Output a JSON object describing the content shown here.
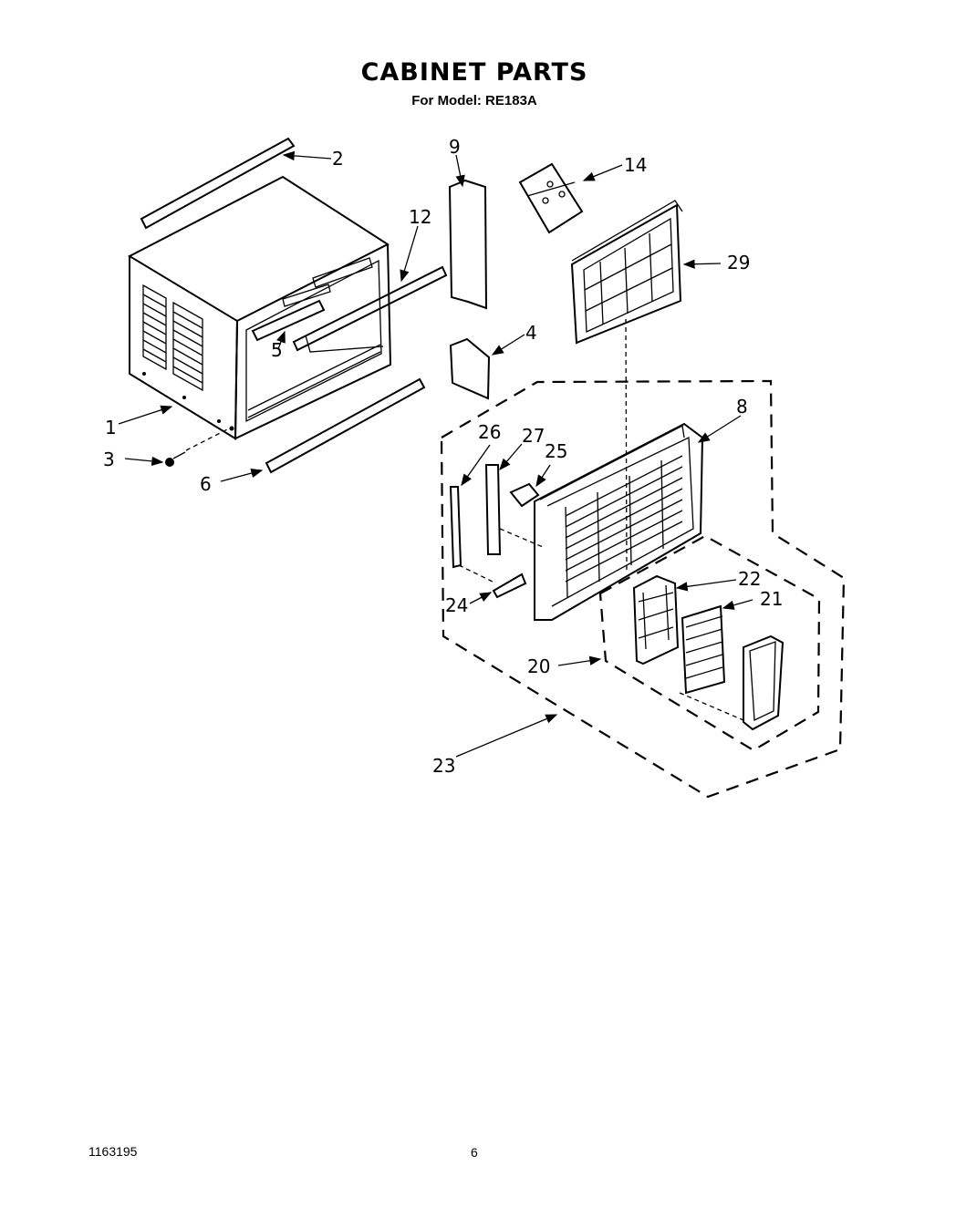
{
  "header": {
    "title": "CABINET PARTS",
    "subtitle": "For Model: RE183A"
  },
  "callouts": [
    "1",
    "2",
    "3",
    "4",
    "5",
    "6",
    "8",
    "9",
    "12",
    "14",
    "20",
    "21",
    "22",
    "23",
    "24",
    "25",
    "26",
    "27",
    "29"
  ],
  "footer": {
    "doc_number": "1163195",
    "page_number": "6"
  }
}
